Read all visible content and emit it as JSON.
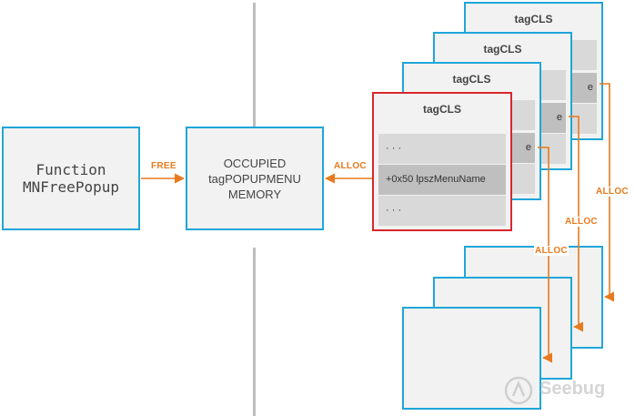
{
  "function_box": {
    "line1": "Function",
    "line2": "MNFreePopup"
  },
  "occupied_box": {
    "line1": "OCCUPIED",
    "line2": "tagPOPUPMENU",
    "line3": "MEMORY"
  },
  "free_label": "FREE",
  "alloc_label": "ALLOC",
  "tagcls_title": "tagCLS",
  "rows": {
    "dots": "· · ·",
    "field": "+0x50  lpszMenuName"
  },
  "partial_row_suffix": "e",
  "watermark": "Seebug",
  "colors": {
    "blue": "#1fa6d9",
    "red": "#d9262b",
    "orange": "#e87a1e",
    "gray": "#b3b3b3"
  }
}
